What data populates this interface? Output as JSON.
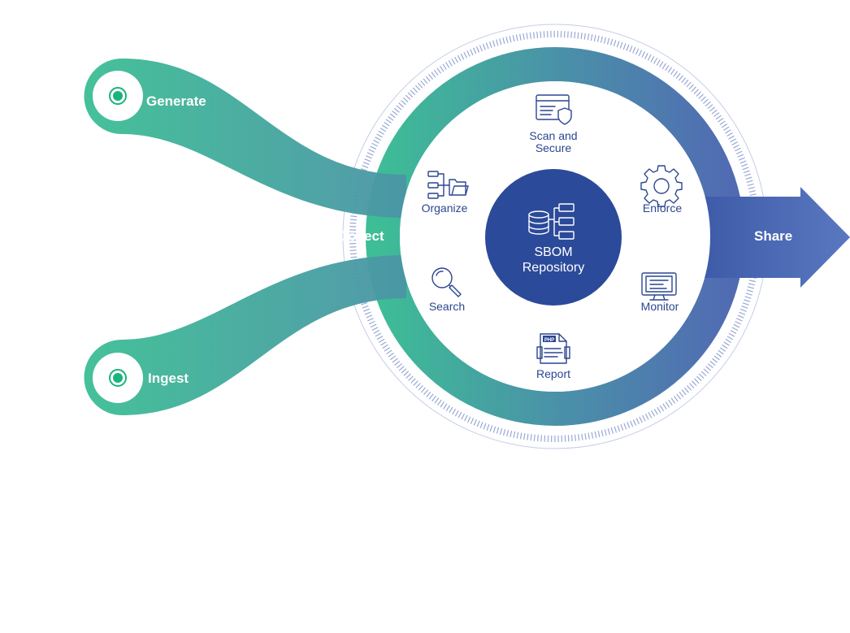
{
  "inputs": {
    "generate": "Generate",
    "ingest": "Ingest",
    "collect": "Collect"
  },
  "output": {
    "share": "Share"
  },
  "center": {
    "line1": "SBOM",
    "line2": "Repository"
  },
  "ring_items": {
    "scan_line1": "Scan and",
    "scan_line2": "Secure",
    "organize": "Organize",
    "enforce": "Enforce",
    "search": "Search",
    "monitor": "Monitor",
    "report": "Report"
  },
  "report_icon_text": "PHP",
  "colors": {
    "teal": "#3dbf95",
    "blue": "#5169b3",
    "navy": "#2c4690",
    "dot_green": "#19b47c"
  }
}
